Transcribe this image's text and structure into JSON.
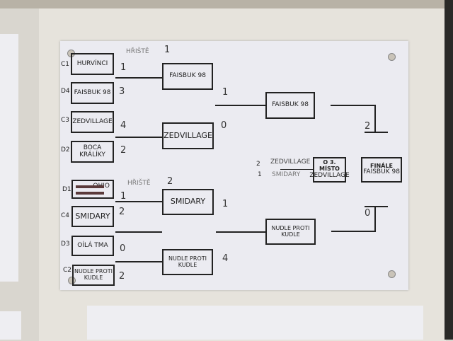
{
  "court1": {
    "label": "HŘIŠTĚ",
    "number": "1"
  },
  "court2": {
    "label": "HŘIŠTĚ",
    "number": "2"
  },
  "round1": [
    {
      "seed": "C1",
      "team": "HURVÍNCI",
      "score": "1"
    },
    {
      "seed": "D4",
      "team": "FAISBUK 98",
      "score": "3"
    },
    {
      "seed": "C3",
      "team": "ZEDVILLAGE",
      "score": "4"
    },
    {
      "seed": "D2",
      "team": "BOCA KRÁLÍKY",
      "score": "2"
    },
    {
      "seed": "D1",
      "team": "OHIO",
      "score": "1"
    },
    {
      "seed": "C4",
      "team": "SMIDARY",
      "score": "2"
    },
    {
      "seed": "D3",
      "team": "OÍLÁ TMA",
      "score": "0"
    },
    {
      "seed": "C2",
      "team": "NUDLE PROTI KUDLE",
      "score": "2"
    }
  ],
  "round2": [
    {
      "team": "FAISBUK 98",
      "score": "1"
    },
    {
      "team": "ZEDVILLAGE",
      "score": "0"
    },
    {
      "team": "SMIDARY",
      "score": "1"
    },
    {
      "team": "NUDLE PROTI KUDLE",
      "score": "4"
    }
  ],
  "semis": [
    {
      "team": "FAISBUK 98",
      "score": "2"
    },
    {
      "team": "NUDLE PROTI KUDLE",
      "score": "0"
    }
  ],
  "third_place": {
    "title": "O 3. MÍSTO",
    "winner": "ZEDVILLAGE",
    "entries": [
      {
        "team": "ZEDVILLAGE",
        "score": "2"
      },
      {
        "team": "SMIDARY",
        "score": "1"
      }
    ]
  },
  "final": {
    "title": "FINÁLE",
    "winner": "FAISBUK 98"
  }
}
